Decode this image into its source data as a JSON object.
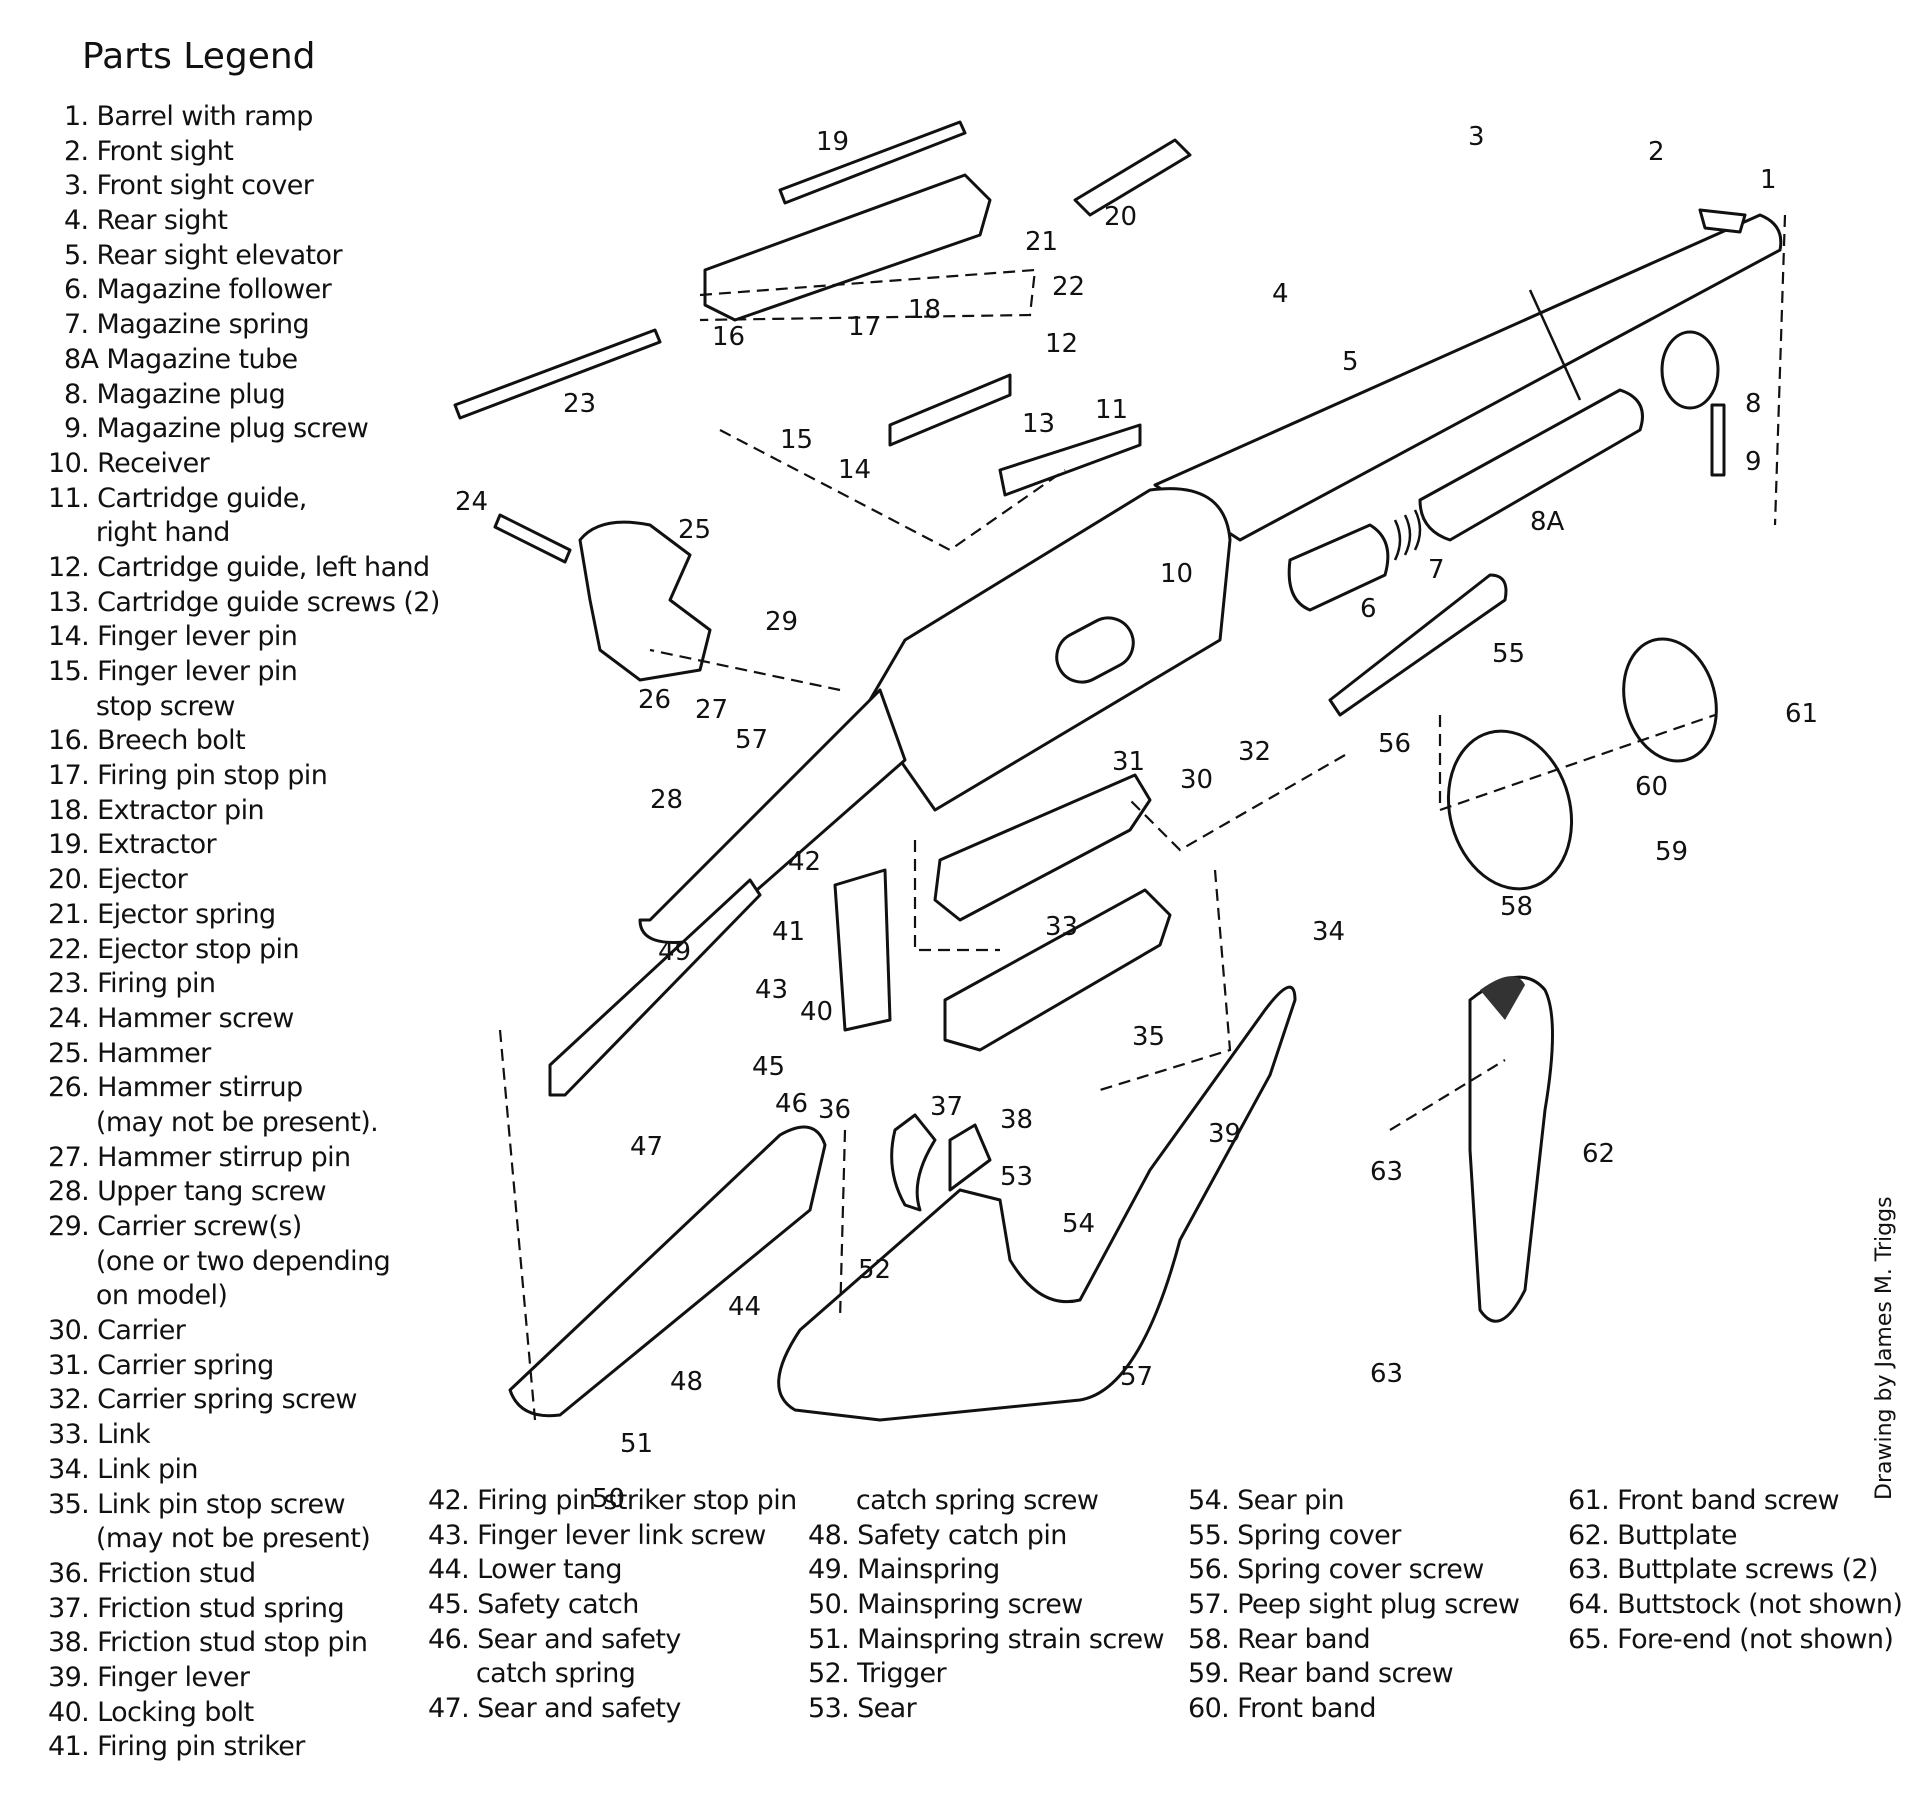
{
  "legend": {
    "title": "Parts Legend",
    "col1": [
      "  1. Barrel with ramp",
      "  2. Front sight",
      "  3. Front sight cover",
      "  4. Rear sight",
      "  5. Rear sight elevator",
      "  6. Magazine follower",
      "  7. Magazine spring",
      "  8A Magazine tube",
      "  8. Magazine plug",
      "  9. Magazine plug screw",
      "10. Receiver",
      "11. Cartridge guide,",
      "      right hand",
      "12. Cartridge guide, left hand",
      "13. Cartridge guide screws (2)",
      "14. Finger lever pin",
      "15. Finger lever pin",
      "      stop screw",
      "16. Breech bolt",
      "17. Firing pin stop pin",
      "18. Extractor pin",
      "19. Extractor",
      "20. Ejector",
      "21. Ejector spring",
      "22. Ejector stop pin",
      "23. Firing pin",
      "24. Hammer screw",
      "25. Hammer",
      "26. Hammer stirrup",
      "      (may not be present).",
      "27. Hammer stirrup pin",
      "28. Upper tang screw",
      "29. Carrier screw(s)",
      "      (one or two depending",
      "      on model)",
      "30. Carrier",
      "31. Carrier spring",
      "32. Carrier spring screw",
      "33. Link",
      "34. Link pin",
      "35. Link pin stop screw",
      "      (may not be present)",
      "36. Friction stud",
      "37. Friction stud spring",
      "38. Friction stud stop pin",
      "39. Finger lever",
      "40. Locking bolt",
      "41. Firing pin striker"
    ],
    "col2": [
      "42. Firing pin striker stop pin",
      "43. Finger lever link screw",
      "44. Lower tang",
      "45. Safety catch",
      "46. Sear and safety",
      "      catch spring",
      "47. Sear and safety"
    ],
    "col3": [
      "      catch spring screw",
      "48. Safety catch pin",
      "49. Mainspring",
      "50. Mainspring screw",
      "51. Mainspring strain screw",
      "52. Trigger",
      "53. Sear"
    ],
    "col4": [
      "54. Sear pin",
      "55. Spring cover",
      "56. Spring cover screw",
      "57. Peep sight plug screw",
      "58. Rear band",
      "59. Rear band screw",
      "60. Front band"
    ],
    "col5": [
      "61. Front band screw",
      "62. Buttplate",
      "63. Buttplate screws (2)",
      "64. Buttstock (not shown)",
      "65. Fore-end (not shown)"
    ]
  },
  "credit": "Drawing by James M. Triggs",
  "callouts": [
    "1",
    "2",
    "3",
    "4",
    "5",
    "6",
    "7",
    "8",
    "8A",
    "9",
    "10",
    "11",
    "12",
    "13",
    "14",
    "15",
    "16",
    "17",
    "18",
    "19",
    "20",
    "21",
    "22",
    "23",
    "24",
    "25",
    "26",
    "27",
    "28",
    "29",
    "30",
    "31",
    "32",
    "33",
    "34",
    "35",
    "36",
    "37",
    "38",
    "39",
    "40",
    "41",
    "42",
    "43",
    "44",
    "45",
    "46",
    "47",
    "48",
    "49",
    "50",
    "51",
    "52",
    "53",
    "54",
    "55",
    "56",
    "57",
    "57",
    "58",
    "59",
    "60",
    "61",
    "62",
    "63",
    "63"
  ]
}
